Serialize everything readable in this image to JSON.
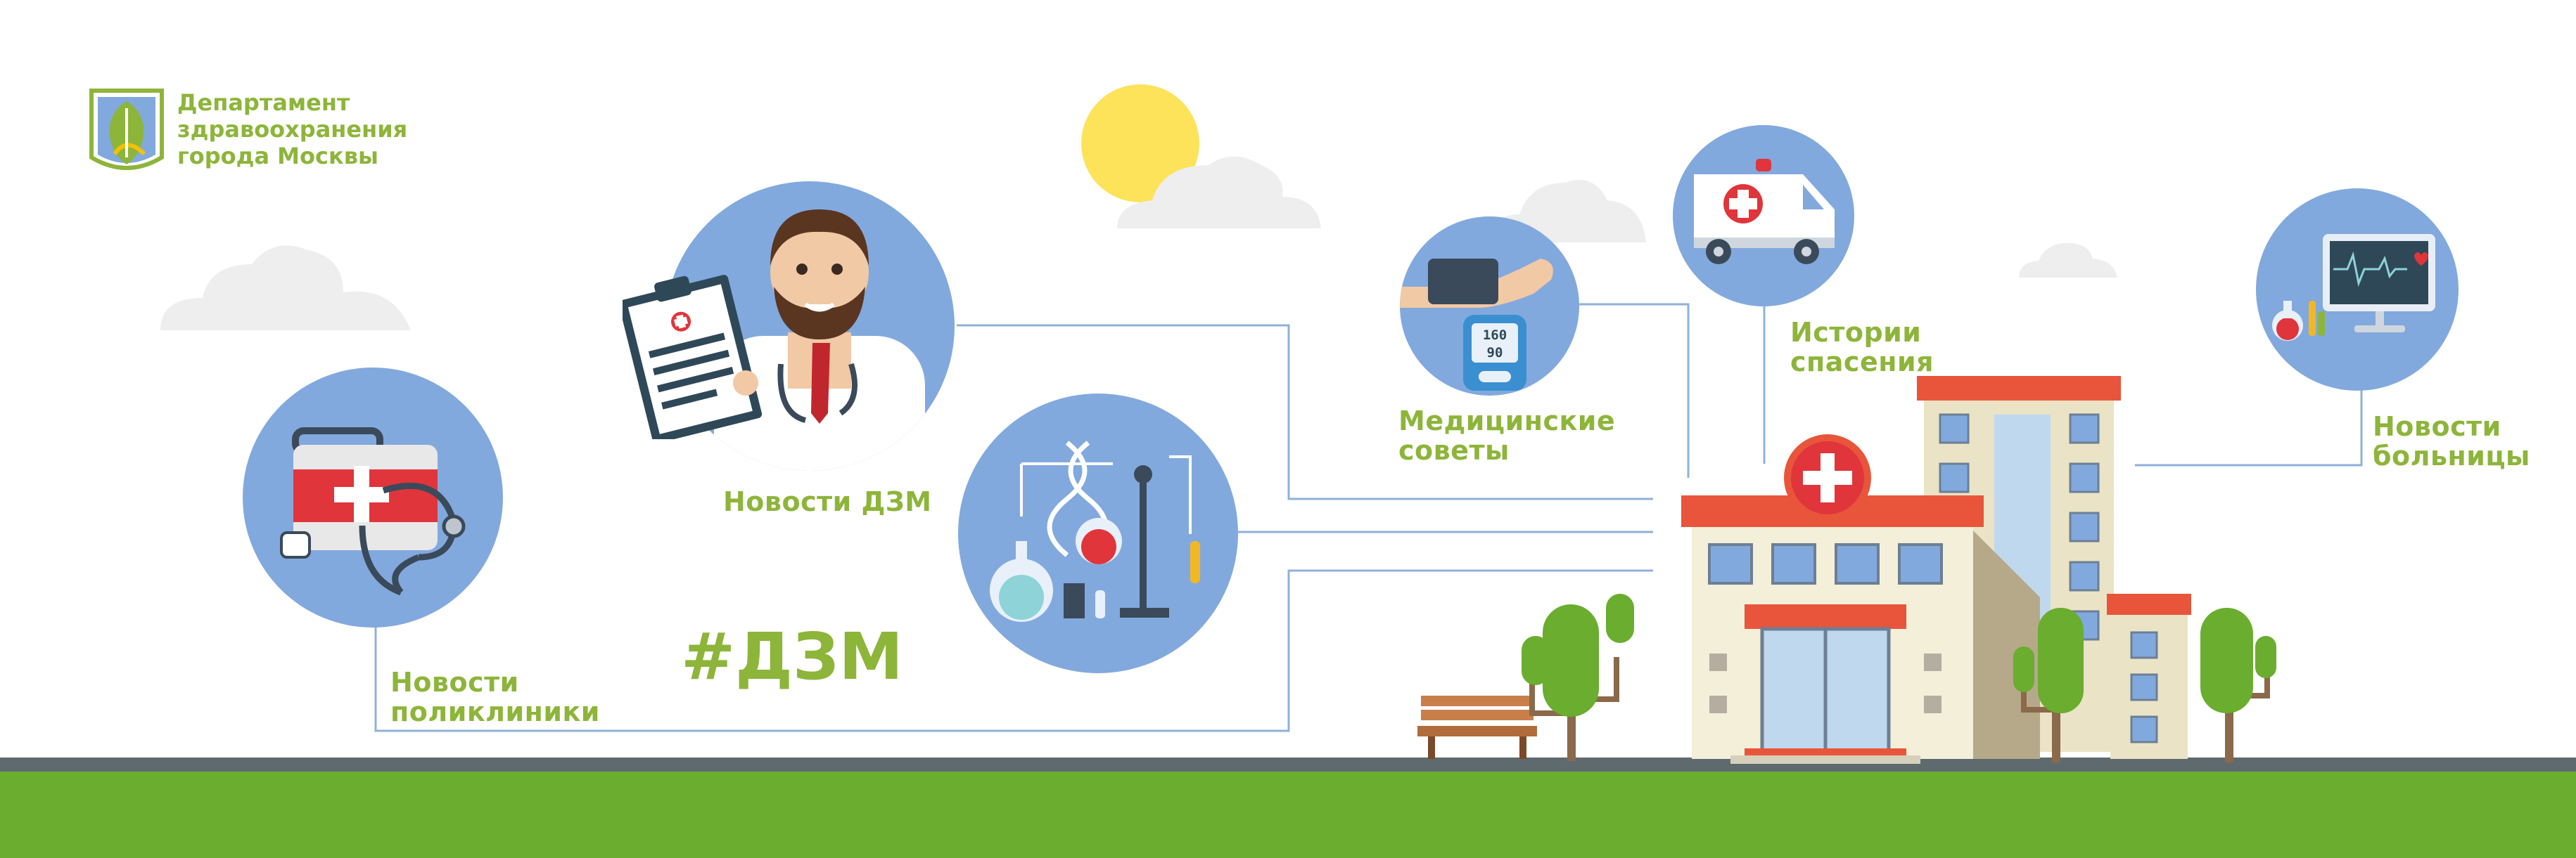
{
  "logo": {
    "line1": "Департамент",
    "line2": "здравоохранения",
    "line3": "города Москвы"
  },
  "hashtag": "#ДЗМ",
  "nav": {
    "polyclinic_news": "Новости\nполиклиники",
    "dzm_news": "Новости ДЗМ",
    "medical_tips": "Медицинские\nсоветы",
    "rescue_stories": "Истории\nспасения",
    "hospital_news": "Новости\nбольницы"
  },
  "monitor": {
    "bp_sys": "160",
    "bp_dia": "90"
  },
  "icons": [
    "logo-emblem-icon",
    "first-aid-kit-icon",
    "stethoscope-icon",
    "doctor-icon",
    "clipboard-icon",
    "laboratory-icon",
    "dna-icon",
    "blood-pressure-monitor-icon",
    "ambulance-icon",
    "heart-monitor-icon",
    "hospital-building-icon",
    "bench-icon",
    "tree-icon",
    "sun-icon",
    "cloud-icon"
  ],
  "colors": {
    "accent_green": "#8db53a",
    "circle_blue": "#82a9dd",
    "ground_green": "#6aad2f",
    "line_blue": "#8fb1d9",
    "roof_red": "#e8553b"
  }
}
